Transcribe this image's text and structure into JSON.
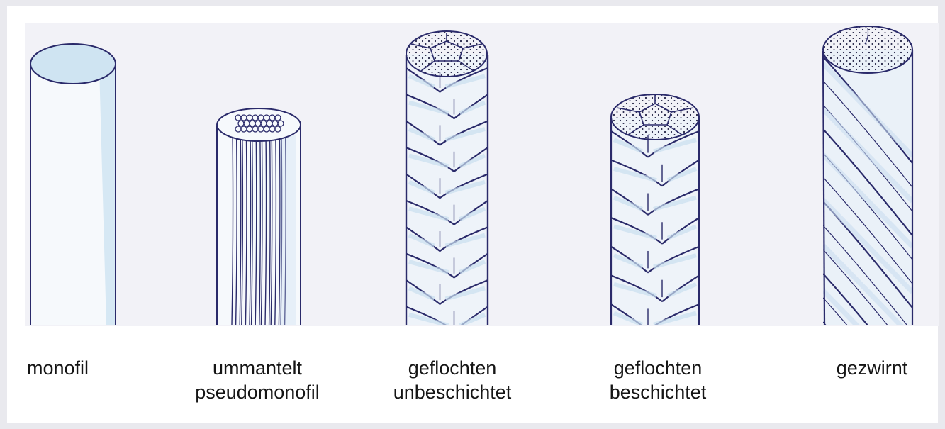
{
  "labels": [
    {
      "line1": "monofil",
      "line2": ""
    },
    {
      "line1": "ummantelt",
      "line2": "pseudomonofil"
    },
    {
      "line1": "geflochten",
      "line2": "unbeschichtet"
    },
    {
      "line1": "geflochten",
      "line2": "beschichtet"
    },
    {
      "line1": "gezwirnt",
      "line2": ""
    }
  ],
  "colors": {
    "ink": "#2a2a6a",
    "blue_shade": "#cfe4f2",
    "paper": "#f2f2f7",
    "frame": "#e9e9ee"
  }
}
